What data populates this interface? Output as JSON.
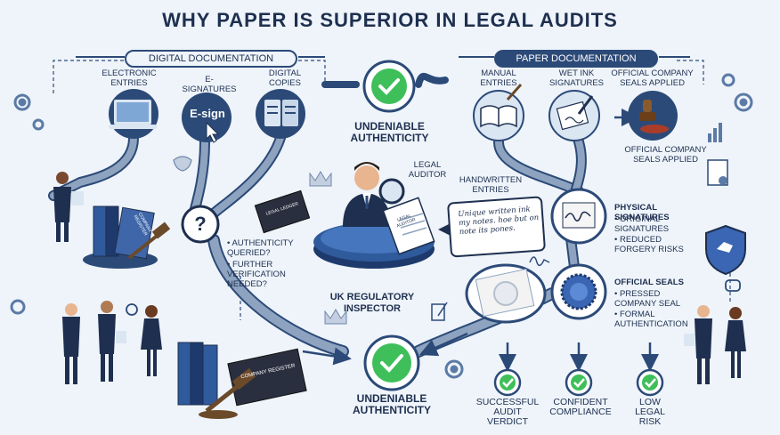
{
  "title": "WHY PAPER IS SUPERIOR IN LEGAL AUDITS",
  "digital": {
    "header": "DIGITAL DOCUMENTATION",
    "items": [
      "ELECTRONIC ENTRIES",
      "E-SIGNATURES",
      "DIGITAL COPIES"
    ],
    "esign_text": "E-sign",
    "question_mark": "?",
    "queries": [
      "AUTHENTICITY QUERIED?",
      "FURTHER VERIFICATION NEEDED?"
    ]
  },
  "paper": {
    "header": "PAPER DOCUMENTATION",
    "items": [
      "MANUAL ENTRIES",
      "WET INK SIGNATURES",
      "OFFICIAL COMPANY SEALS APPLIED"
    ],
    "seals_applied_side": "OFFICIAL COMPANY SEALS APPLIED",
    "handwritten": {
      "label": "HANDWRITTEN ENTRIES",
      "note": "Unique written ink my notes. hoe but on note its pones."
    },
    "physical_signatures": {
      "title": "PHYSICAL SIGNATURES",
      "bullets": [
        "ORIGINAL SIGNATURES",
        "REDUCED FORGERY RISKS"
      ]
    },
    "official_seals": {
      "title": "OFFICIAL SEALS",
      "bullets": [
        "PRESSED COMPANY SEAL",
        "FORMAL AUTHENTICATION"
      ]
    }
  },
  "center": {
    "top_badge": "UNDENIABLE AUTHENTICITY",
    "auditor": "LEGAL AUDITOR",
    "inspector": "UK REGULATORY INSPECTOR",
    "bottom_badge": "UNDENIABLE AUTHENTICITY",
    "doc_small_text": "LEGAL AUDITOR"
  },
  "binders": {
    "small": "COMPANY REGISTER",
    "large": "COMPANY REGISTER",
    "book": "LEGAL LEDGER"
  },
  "outcomes": [
    "SUCCESSFUL AUDIT VERDICT",
    "CONFIDENT COMPLIANCE",
    "LOW LEGAL RISK"
  ],
  "colors": {
    "navy": "#1e2f4f",
    "path": "#2c4a78",
    "check_green": "#3fbf5a",
    "background": "#eef4fa"
  }
}
